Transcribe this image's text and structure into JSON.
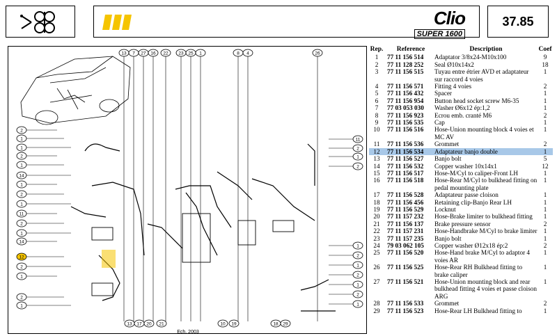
{
  "header": {
    "brand_name": "Clio",
    "brand_sub": "SUPER 1600",
    "page_code": "37.85",
    "accent_color": "#f5c400"
  },
  "table": {
    "headers": {
      "rep": "Rep.",
      "ref": "Reference",
      "desc": "Description",
      "coef": "Coef"
    },
    "rows": [
      {
        "rep": "1",
        "ref": "77 11 156 514",
        "desc": "Adaptator 3/8x24-M10x100",
        "coef": "9"
      },
      {
        "rep": "2",
        "ref": "77 11 128 252",
        "desc": "Seal Ø10x14x2",
        "coef": "18"
      },
      {
        "rep": "3",
        "ref": "77 11 156 515",
        "desc": "Tuyau entre étrier AVD et adaptateur sur raccord 4 voies",
        "coef": "1"
      },
      {
        "rep": "4",
        "ref": "77 11 156 571",
        "desc": "Fitting 4 voies",
        "coef": "2"
      },
      {
        "rep": "5",
        "ref": "77 11 156 432",
        "desc": "Spacer",
        "coef": "1"
      },
      {
        "rep": "6",
        "ref": "77 11 156 954",
        "desc": "Button head socket screw M6-35",
        "coef": "1"
      },
      {
        "rep": "7",
        "ref": "77 03 053 030",
        "desc": "Washer Ø6x12 ép:1,2",
        "coef": "1"
      },
      {
        "rep": "8",
        "ref": "77 11 156 923",
        "desc": "Ecrou emb. cranté M6",
        "coef": "2"
      },
      {
        "rep": "9",
        "ref": "77 11 156 535",
        "desc": "Cap",
        "coef": "1"
      },
      {
        "rep": "10",
        "ref": "77 11 156 516",
        "desc": "Hose-Union mounting block 4 voies et MC AV",
        "coef": "1"
      },
      {
        "rep": "11",
        "ref": "77 11 156 536",
        "desc": "Grommet",
        "coef": "2"
      },
      {
        "rep": "12",
        "ref": "77 11 156 534",
        "desc": "Adaptateur banjo double",
        "coef": "1",
        "highlight": true
      },
      {
        "rep": "13",
        "ref": "77 11 156 527",
        "desc": "Banjo bolt",
        "coef": "5"
      },
      {
        "rep": "14",
        "ref": "77 11 156 532",
        "desc": "Copper washer 10x14x1",
        "coef": "12"
      },
      {
        "rep": "15",
        "ref": "77 11 156 517",
        "desc": "Hose-M/Cyl to caliper-Front LH",
        "coef": "1"
      },
      {
        "rep": "16",
        "ref": "77 11 156 518",
        "desc": "Hose-Rear M/Cyl to bulkhead fitting on pedal mounting plate",
        "coef": "1"
      },
      {
        "rep": "17",
        "ref": "77 11 156 528",
        "desc": "Adaptateur passe cloison",
        "coef": "1"
      },
      {
        "rep": "18",
        "ref": "77 11 156 456",
        "desc": "Retaining clip-Banjo Rear LH",
        "coef": "1"
      },
      {
        "rep": "19",
        "ref": "77 11 156 529",
        "desc": "Locknut",
        "coef": "1"
      },
      {
        "rep": "20",
        "ref": "77 11 157 232",
        "desc": "Hose-Brake limiter to bulkhead fitting",
        "coef": "1"
      },
      {
        "rep": "21",
        "ref": "77 11 156 137",
        "desc": "Brake pressure sensor",
        "coef": "2"
      },
      {
        "rep": "22",
        "ref": "77 11 157 231",
        "desc": "Hose-Handbrake M/Cyl to brake limiter",
        "coef": "1"
      },
      {
        "rep": "23",
        "ref": "77 11 157 235",
        "desc": "Banjo bolt",
        "coef": "1"
      },
      {
        "rep": "24",
        "ref": "79 03 062 105",
        "desc": "Copper washer Ø12x18 ép:2",
        "coef": "2"
      },
      {
        "rep": "25",
        "ref": "77 11 156 520",
        "desc": "Hose-Hand brake M/Cyl to adaptor 4 voies AR",
        "coef": "1"
      },
      {
        "rep": "26",
        "ref": "77 11 156 525",
        "desc": "Hose-Rear RH Bulkhead fitting to brake caliper",
        "coef": "1"
      },
      {
        "rep": "27",
        "ref": "77 11 156 521",
        "desc": "Hose-Union mounting block and rear bulkhead fitting 4 voies et passe cloison ARG",
        "coef": "1"
      },
      {
        "rep": "28",
        "ref": "77 11 156 533",
        "desc": "Grommet",
        "coef": "2"
      },
      {
        "rep": "29",
        "ref": "77 11 156 523",
        "desc": "Hose-Rear LH Bulkhead fitting to",
        "coef": "1"
      }
    ]
  },
  "diagram": {
    "top_callouts": [
      "13",
      "7",
      "27",
      "16",
      "22",
      "23",
      "25",
      "1",
      "8",
      "4",
      "26"
    ],
    "left_callouts": [
      "2",
      "1",
      "1",
      "2",
      "1",
      "14",
      "1",
      "2",
      "1",
      "11",
      "2",
      "1",
      "14",
      "12",
      "2",
      "1",
      "2",
      "1"
    ],
    "right_callouts": [
      "11",
      "2",
      "1",
      "2",
      "1",
      "2",
      "1",
      "2",
      "1",
      "2",
      "1"
    ],
    "bottom_callouts": [
      "13",
      "17",
      "20",
      "21",
      "10",
      "19",
      "18",
      "29"
    ],
    "highlighted_callout": "12",
    "footer_note": "Ech. 2003"
  }
}
